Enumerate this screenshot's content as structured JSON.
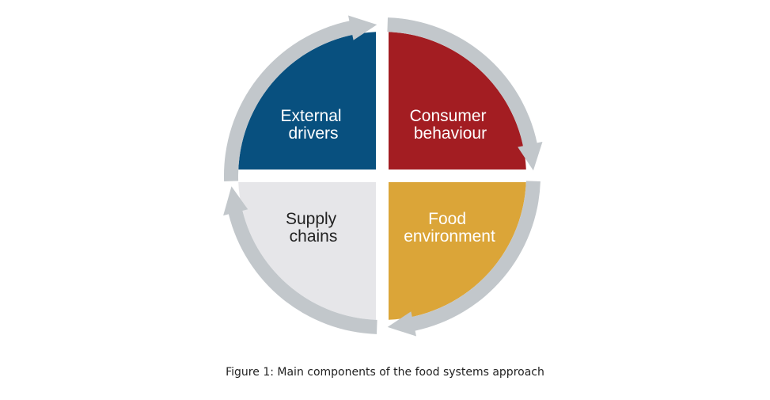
{
  "colors": {
    "ring": "#c2c7cb",
    "external_drivers": "#08507f",
    "consumer_behaviour": "#a31d22",
    "food_environment": "#dba538",
    "supply_chains": "#e6e6e9",
    "label_light": "#ffffff",
    "label_dark": "#222222"
  },
  "quadrants": [
    {
      "id": "external_drivers",
      "line1": "External",
      "line2": "drivers"
    },
    {
      "id": "consumer_behaviour",
      "line1": "Consumer",
      "line2": "behaviour"
    },
    {
      "id": "food_environment",
      "line1": "Food",
      "line2": "environment"
    },
    {
      "id": "supply_chains",
      "line1": "Supply",
      "line2": "chains"
    }
  ],
  "caption": "Figure 1: Main components of the food systems approach"
}
